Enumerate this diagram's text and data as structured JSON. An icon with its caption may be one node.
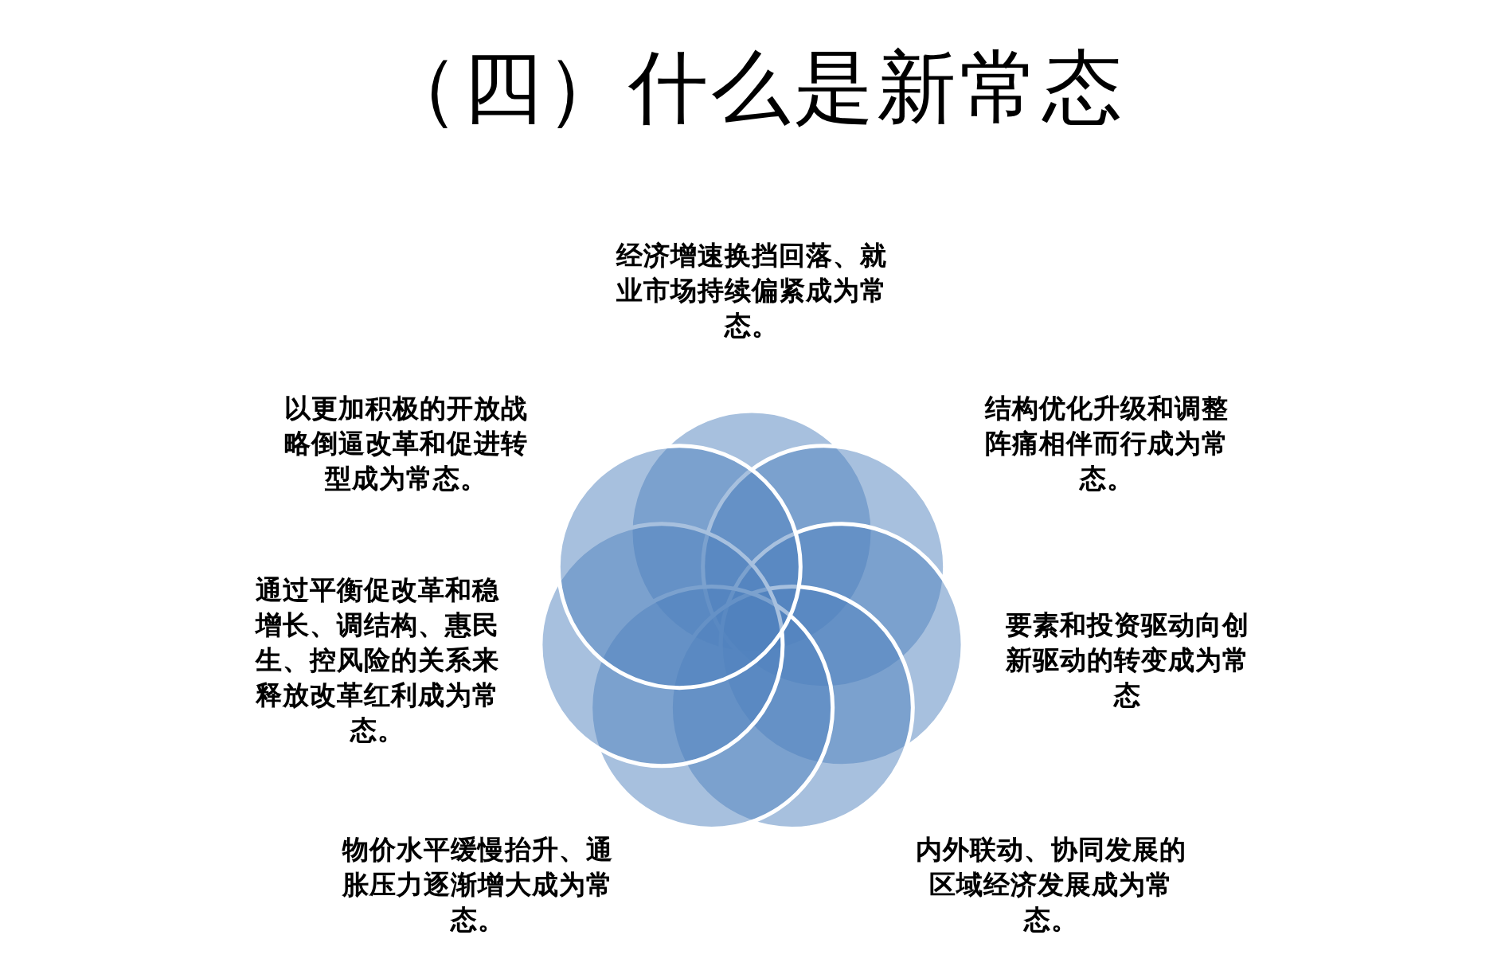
{
  "diagram": {
    "title": "（四）什么是新常态",
    "labels": [
      "经济增速换挡回落、就业市场持续偏紧成为常态。",
      "以更加积极的开放战略倒逼改革和促进转型成为常态。",
      "结构优化升级和调整阵痛相伴而行成为常态。",
      "通过平衡促改革和稳增长、调结构、惠民生、控风险的关系来释放改革红利成为常态。",
      "要素和投资驱动向创新驱动的转变成为常态",
      "物价水平缓慢抬升、通胀压力逐渐增大成为常态。",
      "内外联动、协同发展的区域经济发展成为常态。"
    ]
  }
}
